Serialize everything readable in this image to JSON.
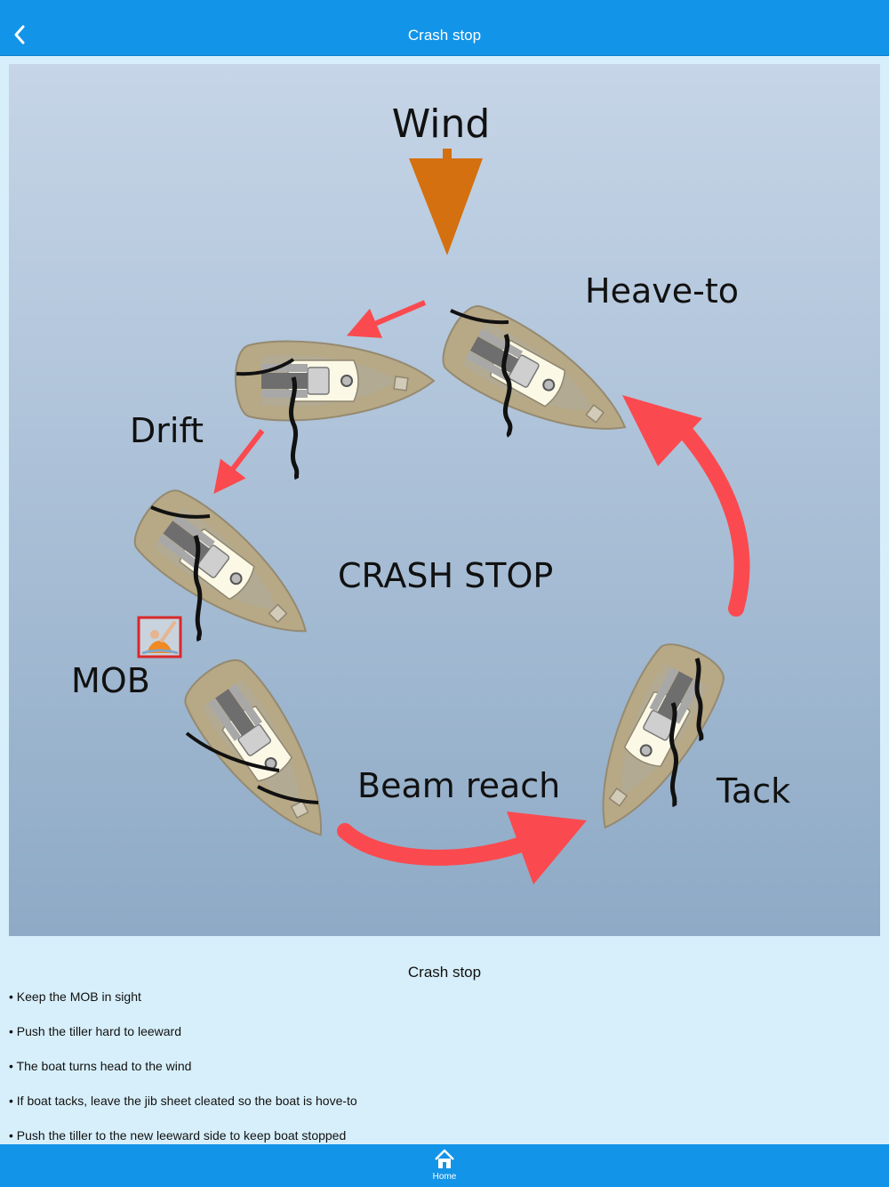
{
  "nav": {
    "title": "Crash stop",
    "back_icon": "chevron-left-icon"
  },
  "diagram": {
    "wind_label": "Wind",
    "heave_to_label": "Heave-to",
    "drift_label": "Drift",
    "center_label": "CRASH STOP",
    "mob_label": "MOB",
    "beam_reach_label": "Beam reach",
    "tack_label": "Tack",
    "colors": {
      "wind_arrow": "#d4700f",
      "course_arrow": "#fa4a4f",
      "hull": "#b7a886",
      "deck": "#fbf9e6",
      "sea_top": "#c6d5e7",
      "sea_bottom": "#8eaac6"
    }
  },
  "content": {
    "title": "Crash stop",
    "bullets": [
      "• Keep the MOB in sight",
      "• Push the tiller hard to leeward",
      "• The boat turns head to the wind",
      "• If boat tacks, leave the jib sheet cleated so the boat is hove-to",
      "• Push the tiller to the new leeward side to keep boat stopped"
    ]
  },
  "tab_bar": {
    "home_label": "Home",
    "home_icon": "home-icon"
  }
}
